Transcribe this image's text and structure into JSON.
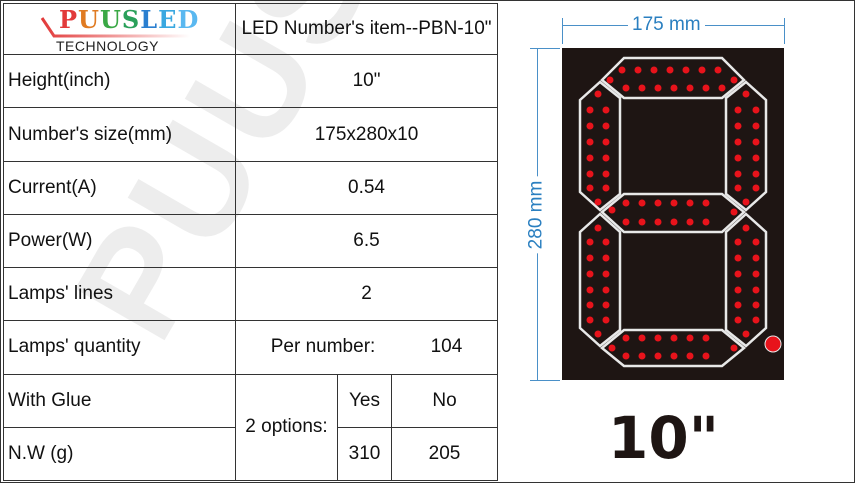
{
  "brand": {
    "name": "PUUSLED",
    "letters": [
      "P",
      "U",
      "U",
      "S",
      "L",
      "E",
      "D"
    ],
    "subtitle": "TECHNOLOGY"
  },
  "title": "LED Number's item--PBN-10\"",
  "specs": [
    {
      "label": "Height(inch)",
      "value": "10\""
    },
    {
      "label": "Number's size(mm)",
      "value": "175x280x10"
    },
    {
      "label": "Current(A)",
      "value": "0.54"
    },
    {
      "label": "Power(W)",
      "value": "6.5"
    },
    {
      "label": "Lamps' lines",
      "value": "2"
    },
    {
      "label": "Lamps' quantity",
      "prefix": "Per number:",
      "value": "104"
    }
  ],
  "options": {
    "label": "2 options:",
    "rows": [
      {
        "label": "With Glue",
        "yes": "Yes",
        "no": "No"
      },
      {
        "label": "N.W (g)",
        "yes": "310",
        "no": "205"
      }
    ]
  },
  "diagram": {
    "width_label": "175 mm",
    "height_label": "280 mm",
    "size_label": "10\"",
    "board_color": "#1e1513",
    "led_color": "#e8131b",
    "dimension_color": "#2a7fc0"
  },
  "watermark": "PUUSLED"
}
